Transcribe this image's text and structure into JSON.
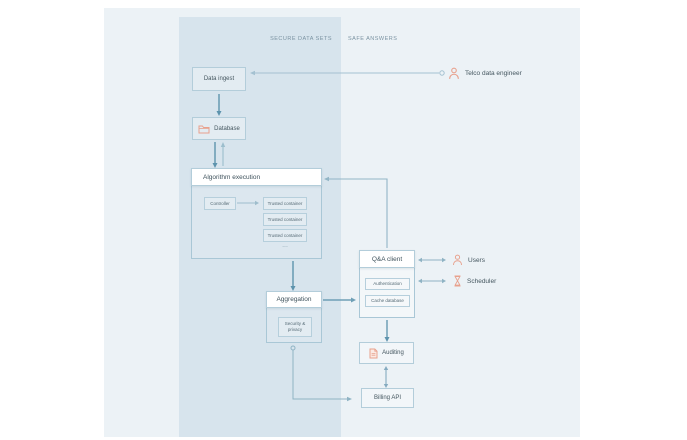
{
  "zones": {
    "secure": "SECURE DATA SETS",
    "safe": "SAFE ANSWERS"
  },
  "nodes": {
    "data_ingest": "Data ingest",
    "database": "Database",
    "algorithm_execution": "Algorithm execution",
    "controller": "Controller",
    "trusted_containers": [
      "Trusted container",
      "Trusted container",
      "Trusted container"
    ],
    "ellipsis": "...",
    "aggregation": "Aggregation",
    "security_privacy_line1": "Security &",
    "security_privacy_line2": "privacy",
    "qa_client": "Q&A client",
    "authentication": "Authentication",
    "cache_database": "Cache database",
    "auditing": "Auditing",
    "billing_api": "Billing API"
  },
  "actors": {
    "telco_engineer": "Telco data engineer",
    "users": "Users",
    "scheduler": "Scheduler"
  },
  "colors": {
    "panel_bg": "#ecf2f6",
    "secure_band_bg": "#d7e4ed",
    "accent_icon_orange": "#e8a18d",
    "arrow_dark": "#5d93ad",
    "arrow_light": "#8fb3c4",
    "box_border": "#b3cdda",
    "text": "#44565f"
  }
}
